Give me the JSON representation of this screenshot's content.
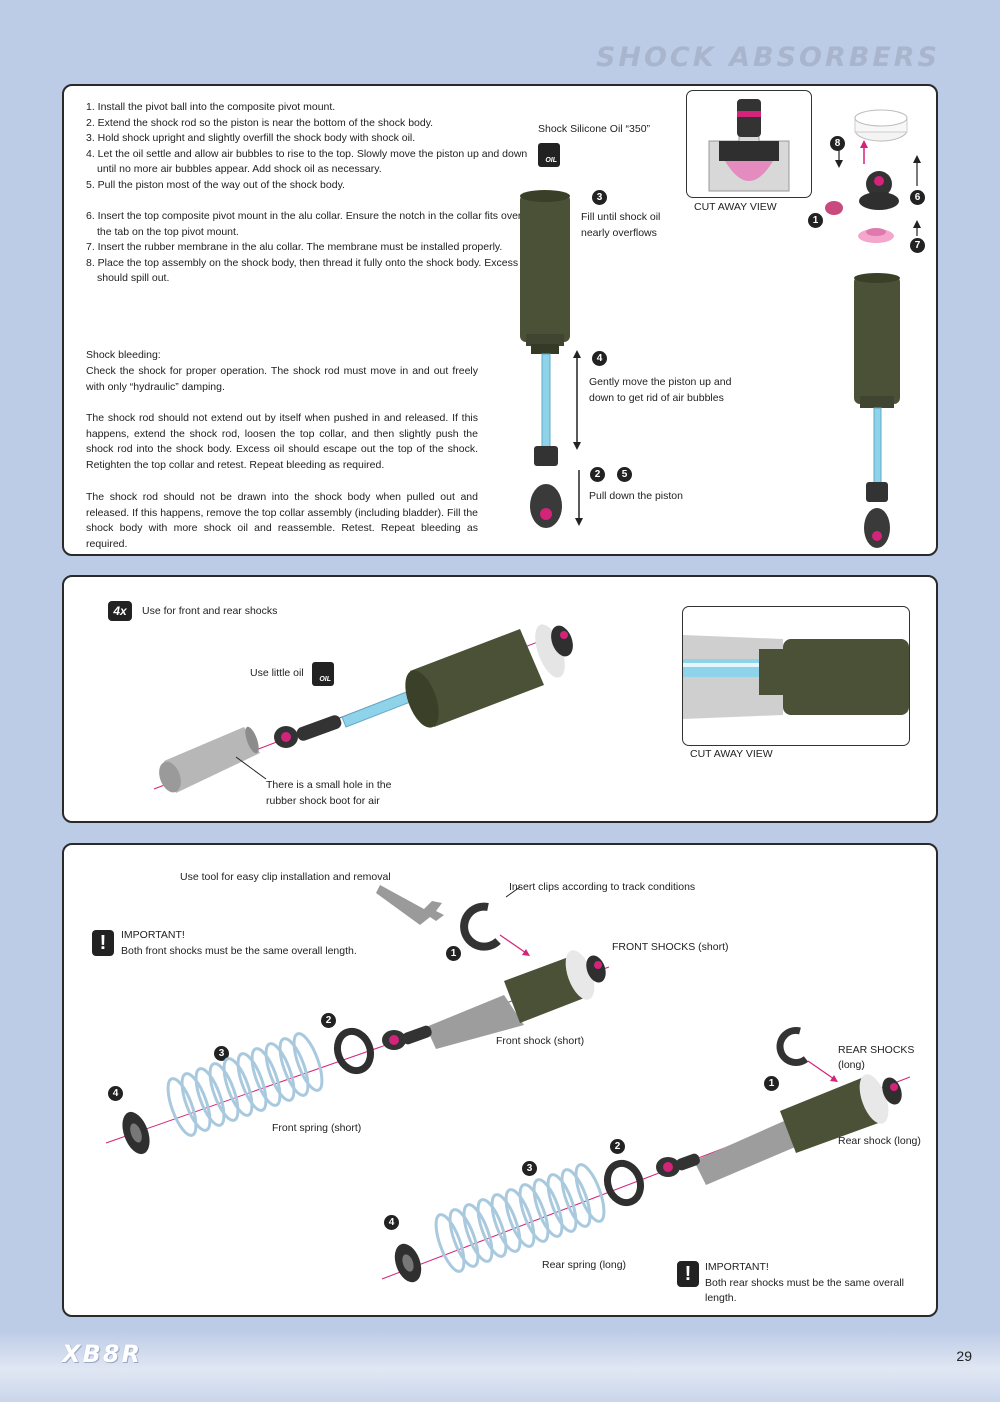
{
  "header": {
    "title": "SHOCK ABSORBERS"
  },
  "section1": {
    "steps": [
      "1. Install the pivot ball into the composite pivot mount.",
      "2. Extend the shock rod so the piston is near the bottom of the shock body.",
      "3. Hold shock upright and slightly overfill the shock body with shock oil.",
      "4. Let the oil settle and allow air bubbles to rise to the top. Slowly move the piston up and down",
      "until no more air bubbles appear. Add shock oil as necessary.",
      "5. Pull the piston most of the way out of the shock body.",
      "6. Insert the top composite pivot mount in the alu collar.  Ensure the notch in the collar fits over",
      "the tab on the top pivot mount.",
      "7. Insert the rubber membrane in the alu collar. The membrane must be installed properly.",
      "8. Place the top assembly on the shock body, then thread it fully onto the shock body. Excess oil",
      "should spill out."
    ],
    "bleeding_title": "Shock bleeding:",
    "bleeding_p1": "Check the shock for proper operation. The shock rod must move in and out freely with only “hydraulic” damping.",
    "bleeding_p2": "The shock rod should not extend out by itself when pushed in and released. If this happens, extend the shock rod, loosen the top collar, and then slightly push the shock rod into the shock body.  Excess oil should escape out the top of the shock. Retighten the top collar and retest. Repeat bleeding as required.",
    "bleeding_p3": "The shock rod should not be drawn into the shock body when pulled out and released. If this happens, remove the top collar assembly (including bladder). Fill the shock body with more shock oil and reassemble. Retest. Repeat bleeding as required.",
    "oil_label": "Shock Silicone Oil “350”",
    "oil_icon_text": "OIL",
    "fill_note": [
      "Fill until shock oil",
      "nearly overflows"
    ],
    "move_note": [
      "Gently move the piston up and",
      "down to get rid of air bubbles"
    ],
    "pull_note": "Pull down the piston",
    "cutaway": "CUT AWAY VIEW",
    "callouts": [
      "3",
      "4",
      "2",
      "5",
      "8",
      "1",
      "6",
      "7"
    ]
  },
  "section2": {
    "badge": "4x",
    "use_note": "Use for front and rear shocks",
    "little_oil": "Use little oil",
    "oil_icon_text": "OIL",
    "boot_note": [
      "There is a small hole in the",
      "rubber shock boot for air"
    ],
    "cutaway": "CUT AWAY VIEW"
  },
  "section3": {
    "tool_note": "Use tool for easy clip installation and removal",
    "clips_note": "Insert clips according to track conditions",
    "important_title": "IMPORTANT!",
    "important_front": "Both front shocks must be the same overall length.",
    "important_rear": "Both rear shocks must be the same overall length.",
    "front_shocks": "FRONT SHOCKS (short)",
    "front_shock": "Front shock (short)",
    "front_spring": "Front spring  (short)",
    "rear_shocks": "REAR SHOCKS (long)",
    "rear_shock": "Rear shock (long)",
    "rear_spring": "Rear spring (long)",
    "callouts": [
      "1",
      "2",
      "3",
      "4",
      "1",
      "2",
      "3",
      "4"
    ]
  },
  "footer": {
    "logo": "XB8R",
    "page": "29"
  },
  "colors": {
    "background": "#bccbe6",
    "shock_body": "#4a5136",
    "rod": "#8fd3ea",
    "accent": "#d4237a"
  }
}
